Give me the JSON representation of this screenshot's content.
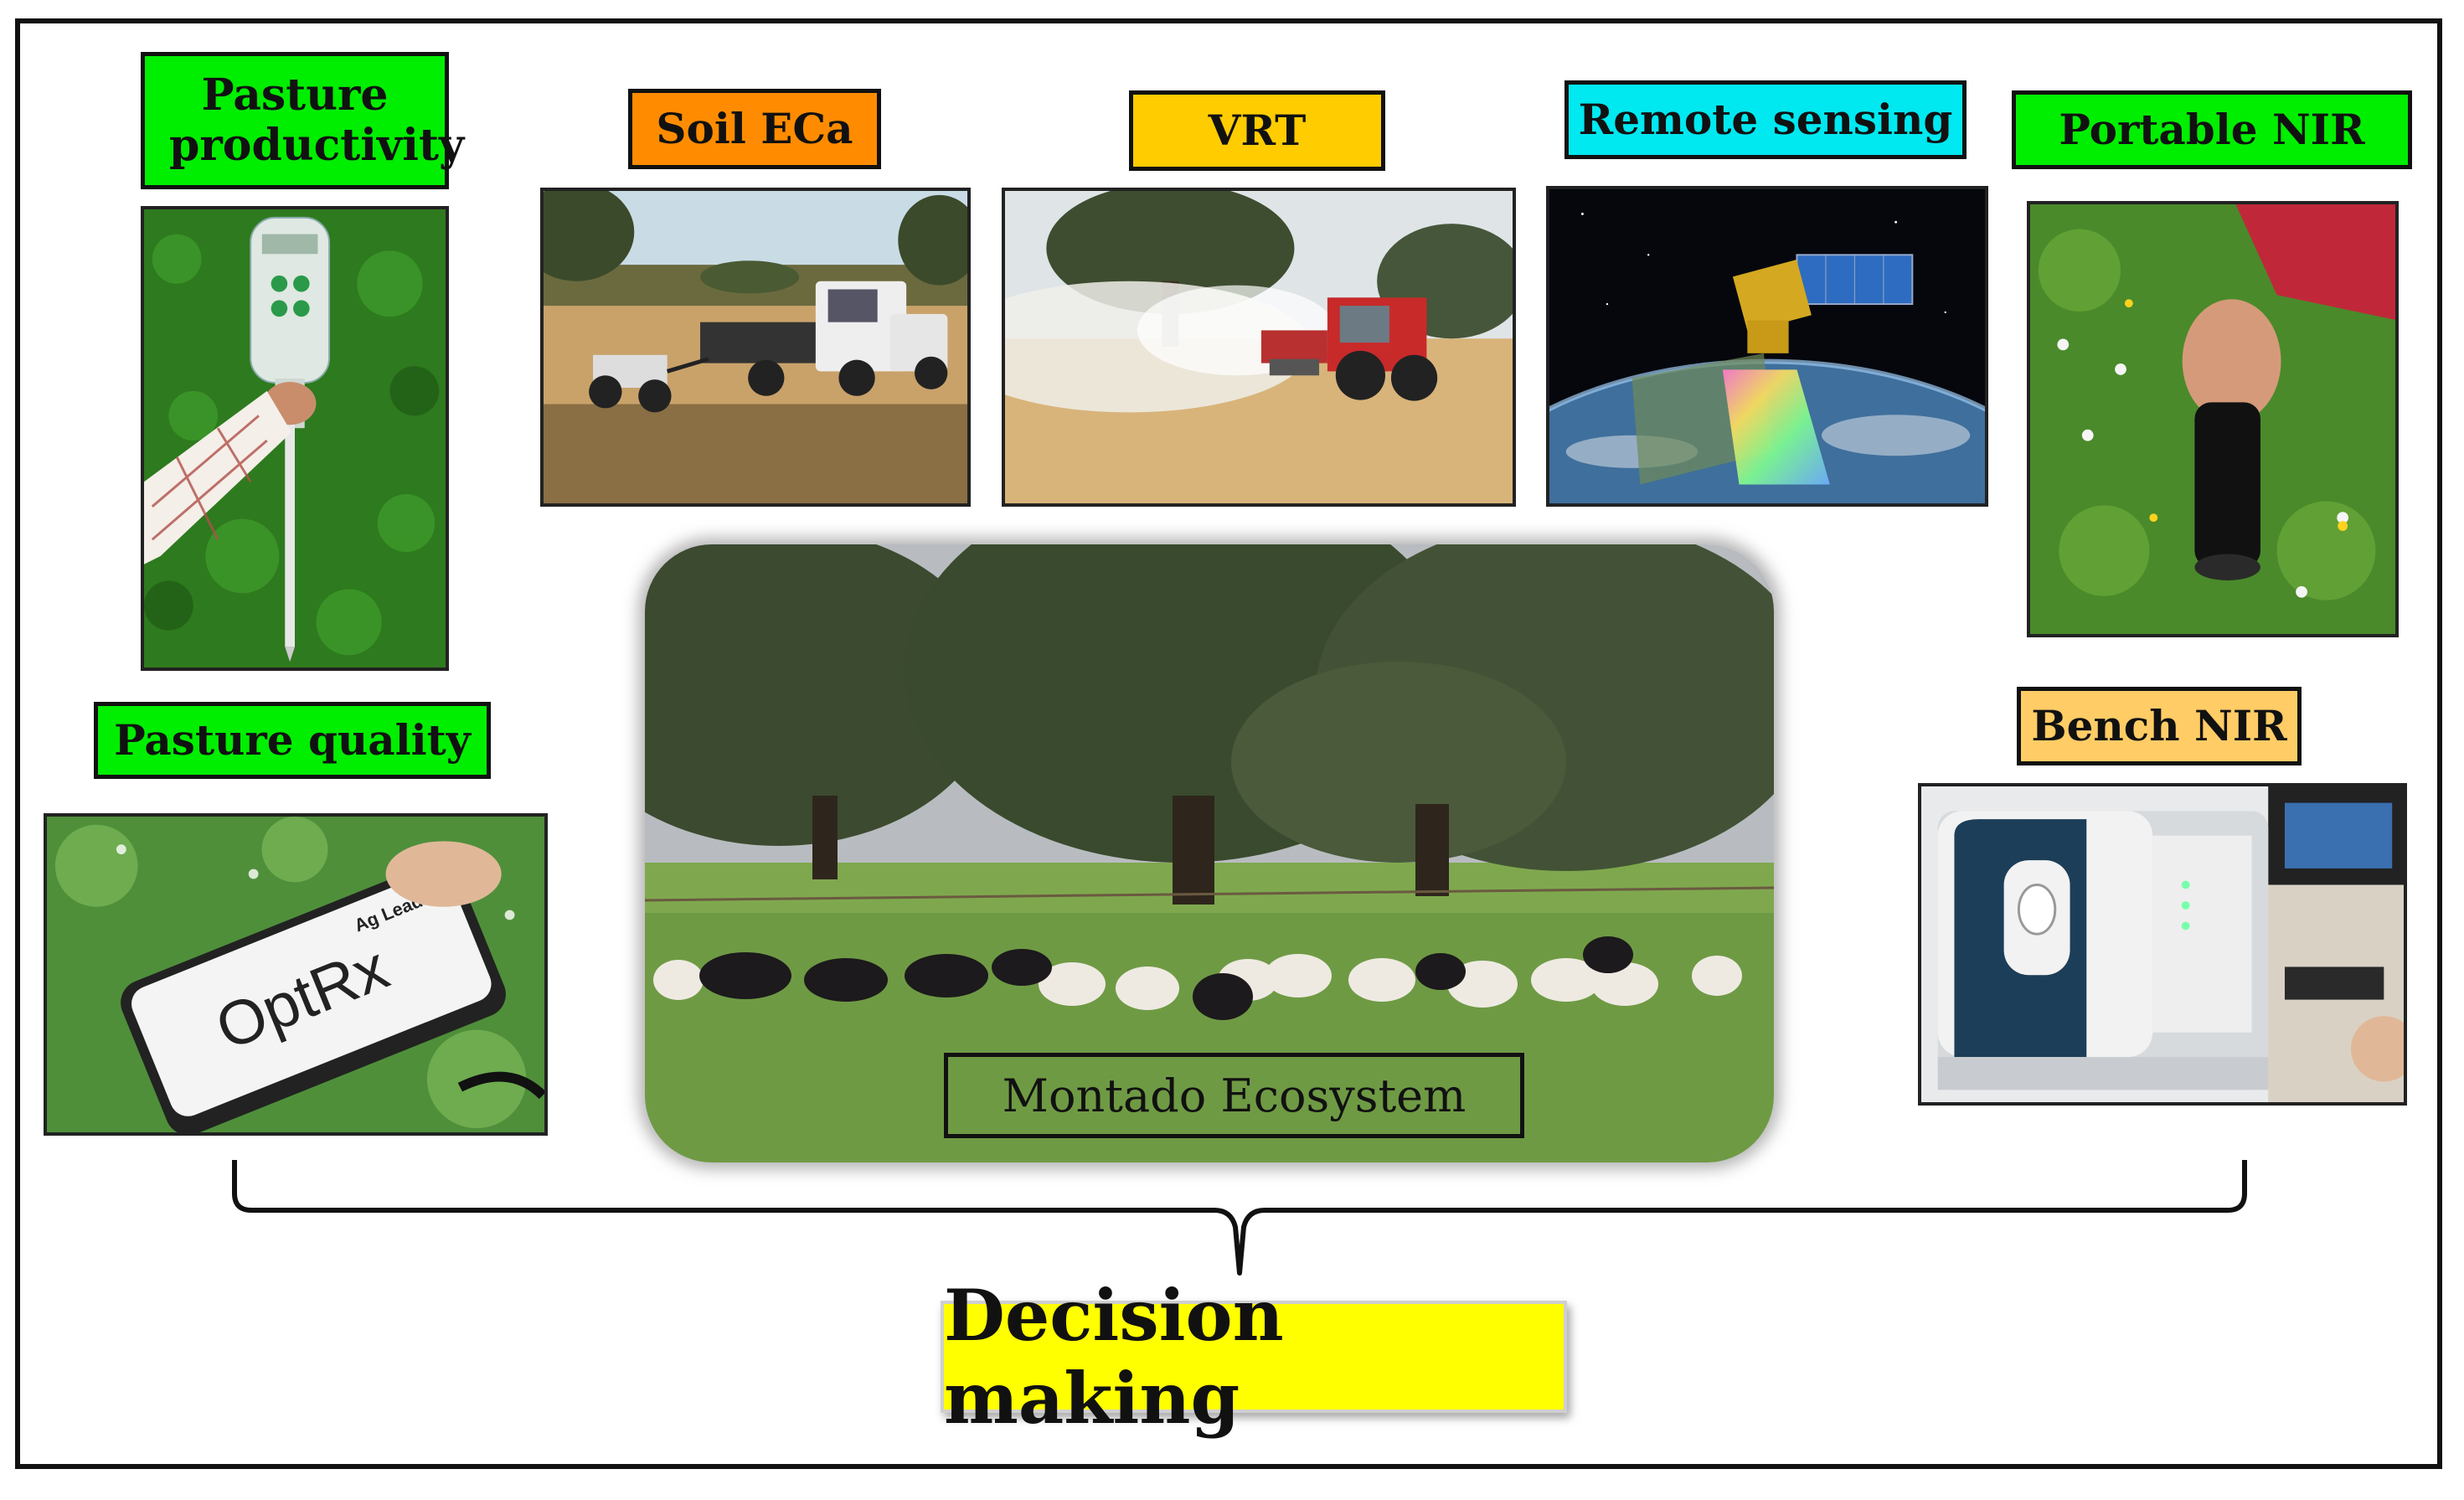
{
  "labels": {
    "pasture_productivity": "Pasture productivity",
    "soil_eca": "Soil ECa",
    "vrt": "VRT",
    "remote_sensing": "Remote sensing",
    "portable_nir": "Portable NIR",
    "pasture_quality": "Pasture quality",
    "bench_nir": "Bench NIR",
    "montado_ecosystem": "Montado Ecosystem",
    "decision_making": "Decision making"
  },
  "device_text": {
    "optrx_brand": "OptRx",
    "ag_leader": "Ag Leader"
  },
  "colors": {
    "green_label": "#00ee00",
    "orange_label": "#ff8c00",
    "yellow_label": "#ffcc00",
    "cyan_label": "#00e8f0",
    "light_orange_label": "#ffcc66",
    "decision_yellow": "#ffff00"
  }
}
